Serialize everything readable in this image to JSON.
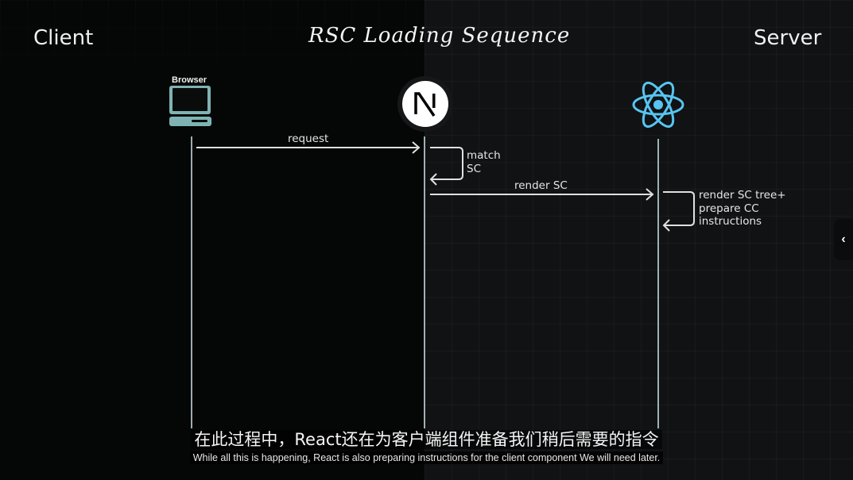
{
  "diagram": {
    "title": "RSC Loading Sequence",
    "left_side_label": "Client",
    "right_side_label": "Server",
    "participants": [
      {
        "id": "browser",
        "label": "Browser",
        "icon": "computer-monitor-icon",
        "color": "#7fb3b3"
      },
      {
        "id": "nextjs",
        "label": "",
        "icon": "nextjs-logo-icon",
        "color": "#ffffff"
      },
      {
        "id": "react",
        "label": "",
        "icon": "react-logo-icon",
        "color": "#58c4f0"
      }
    ],
    "messages": [
      {
        "from": "browser",
        "to": "nextjs",
        "label": "request",
        "type": "arrow"
      },
      {
        "from": "nextjs",
        "to": "nextjs",
        "label_lines": [
          "match",
          "SC"
        ],
        "type": "self-loop"
      },
      {
        "from": "nextjs",
        "to": "react",
        "label": "render SC",
        "type": "arrow"
      },
      {
        "from": "react",
        "to": "react",
        "label_lines": [
          "render SC tree+",
          "prepare CC",
          "instructions"
        ],
        "type": "self-loop"
      }
    ],
    "lifeline_color": "#cfe6ea"
  },
  "subtitles": {
    "zh": "在此过程中，React还在为客户端组件准备我们稍后需要的指令",
    "en": "While all this is happening, React is also preparing instructions for the client component We will need later."
  },
  "side_toggle": {
    "icon": "chevron-left-icon",
    "glyph": "‹"
  }
}
